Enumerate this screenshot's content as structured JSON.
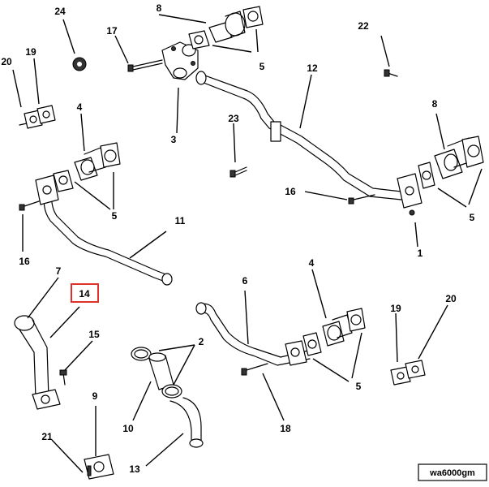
{
  "figure_code": "wa6000gm",
  "highlight_color": "#e0302a",
  "highlighted_callout": "14",
  "callouts": {
    "c1": "1",
    "c2": "2",
    "c3": "3",
    "c4a": "4",
    "c4b": "4",
    "c5a": "5",
    "c5b": "5",
    "c5c": "5",
    "c5d": "5",
    "c6": "6",
    "c7": "7",
    "c8a": "8",
    "c8b": "8",
    "c9": "9",
    "c10": "10",
    "c11": "11",
    "c12": "12",
    "c13": "13",
    "c14": "14",
    "c15": "15",
    "c16a": "16",
    "c16b": "16",
    "c17": "17",
    "c18": "18",
    "c19a": "19",
    "c19b": "19",
    "c20a": "20",
    "c20b": "20",
    "c21": "21",
    "c22": "22",
    "c23": "23",
    "c24": "24"
  }
}
